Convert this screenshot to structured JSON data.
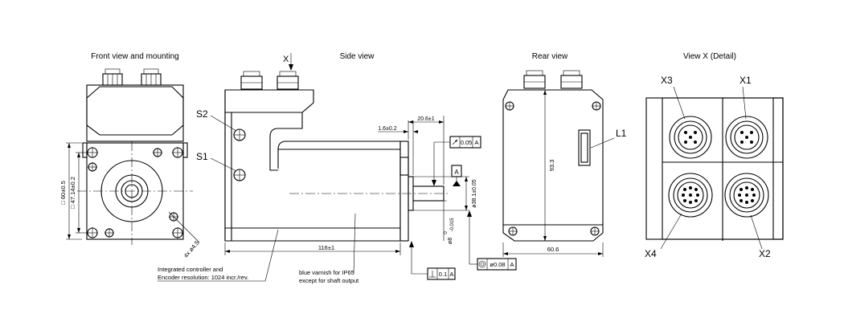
{
  "views": {
    "front": "Front view and mounting",
    "side": "Side view",
    "rear": "Rear view",
    "detail": "View X   (Detail)"
  },
  "labels": {
    "x_arrow": "X",
    "s2": "S2",
    "s1": "S1",
    "l1": "L1",
    "x1": "X1",
    "x2": "X2",
    "x3": "X3",
    "x4": "X4",
    "a": "A"
  },
  "dimensions": {
    "square60": "□ 60±0.5",
    "square47": "□ 47.14±0.2",
    "holes": "4x ø4.5",
    "len116": "116±1",
    "d1_6": "1.6±0.2",
    "d20_6": "20.6±1",
    "d38": "ø38.1±0.05",
    "d8": "ø8",
    "d8_tol_upper": "0",
    "d8_tol_lower": "-0.015",
    "h93": "93.3",
    "w60_6": "60.6"
  },
  "tolerances": {
    "runout_value": "0.05",
    "runout_ref": "A",
    "coax_value": "ø0.08",
    "coax_ref": "A",
    "perp_value": "0.1",
    "perp_ref": "A"
  },
  "notes": {
    "controller_line1": "Integrated controller and",
    "controller_line2": "Encoder resolution: 1024 incr./rev.",
    "varnish_line1": "blue varnish for IP65",
    "varnish_line2": "except for shaft output"
  }
}
